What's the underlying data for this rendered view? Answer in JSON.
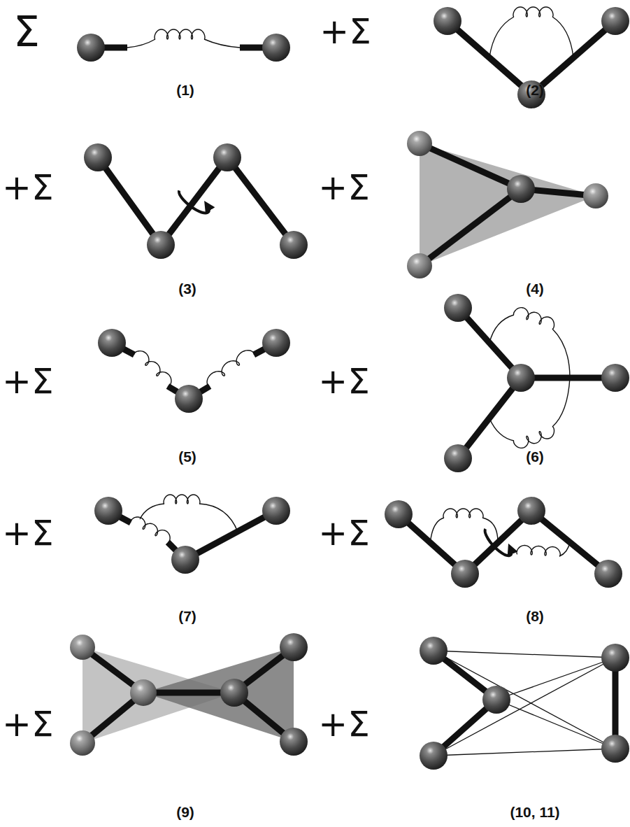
{
  "diagram": {
    "labels": [
      "Σ",
      "+Σ",
      "(1)",
      "(2)",
      "+Σ",
      "+Σ",
      "(3)",
      "(4)",
      "+Σ",
      "+Σ",
      "(5)",
      "(6)",
      "+Σ",
      "+Σ",
      "(7)",
      "(8)",
      "+Σ",
      "+Σ",
      "(9)",
      "(10, 11)"
    ]
  }
}
